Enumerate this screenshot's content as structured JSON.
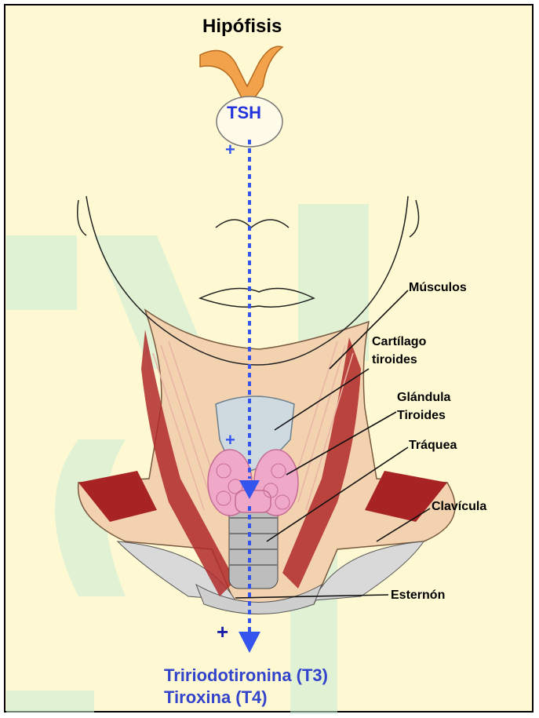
{
  "title": "Hipófisis",
  "hormone": "TSH",
  "plus_sign": "+",
  "labels": {
    "musculos": "Músculos",
    "cartilago_1": "Cartílago",
    "cartilago_2": "tiroides",
    "glandula_1": "Glándula",
    "glandula_2": "Tiroides",
    "traquea": "Tráquea",
    "clavicula": "Clavícula",
    "esternon": "Esternón"
  },
  "outputs": {
    "t3": "Tririodotironina (T3)",
    "t4": "Tiroxina (T4)"
  },
  "colors": {
    "background": "#fef9d2",
    "arrow": "#3355ee",
    "pituitary": "#f2a24a",
    "thyroid": "#f0a8c8",
    "muscle": "#b02a2a",
    "skin": "#f3d2b0",
    "watermark": "#c8edd6"
  }
}
